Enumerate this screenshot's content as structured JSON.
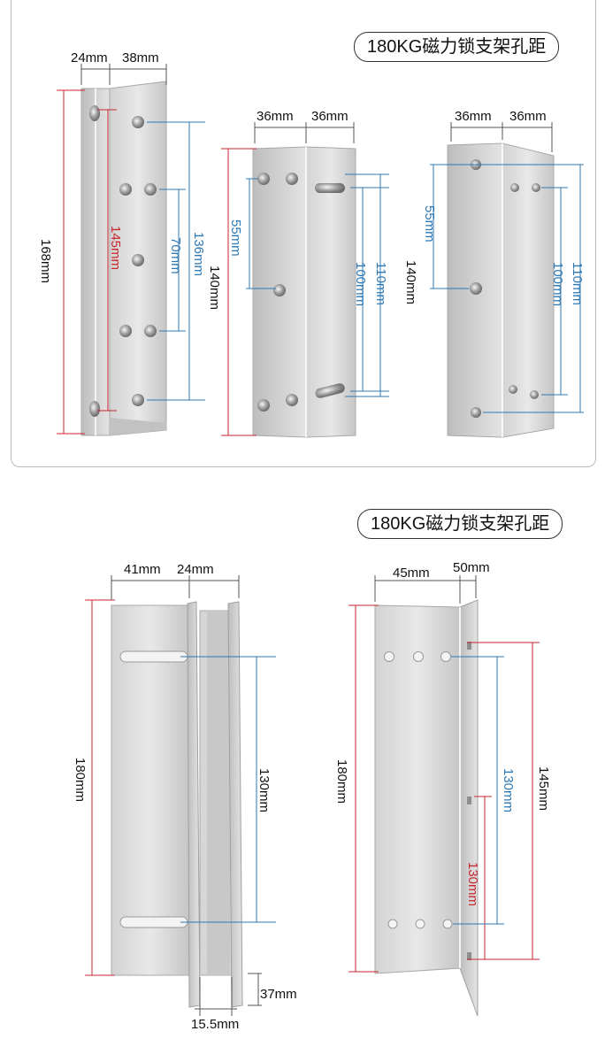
{
  "colors": {
    "red": "#c9262e",
    "blue": "#2d78b4",
    "black": "#111111",
    "metal_light": "#e2e2e2",
    "metal_dark": "#b4b4b4"
  },
  "title": "180KG磁力锁支架孔距",
  "top": {
    "b1": {
      "w_left": "24mm",
      "w_right": "38mm",
      "height": "168mm",
      "red_inner": "145mm",
      "blue_inner": "70mm",
      "blue_outer": "136mm"
    },
    "b2": {
      "w_left": "36mm",
      "w_right": "36mm",
      "height": "140mm",
      "left_55": "55mm",
      "right_100": "100mm",
      "right_110": "110mm"
    },
    "b3": {
      "w_left": "36mm",
      "w_right": "36mm",
      "height": "140mm",
      "left_55": "55mm",
      "right_100": "100mm",
      "right_110": "110mm"
    }
  },
  "bottom": {
    "b4": {
      "w_left": "41mm",
      "w_right": "24mm",
      "height": "180mm",
      "slot_130": "130mm",
      "depth": "37mm",
      "gap": "15.5mm"
    },
    "b5": {
      "w_left": "45mm",
      "w_right": "50mm",
      "height": "180mm",
      "blue_130": "130mm",
      "red_130": "130mm",
      "outer_145": "145mm"
    }
  }
}
